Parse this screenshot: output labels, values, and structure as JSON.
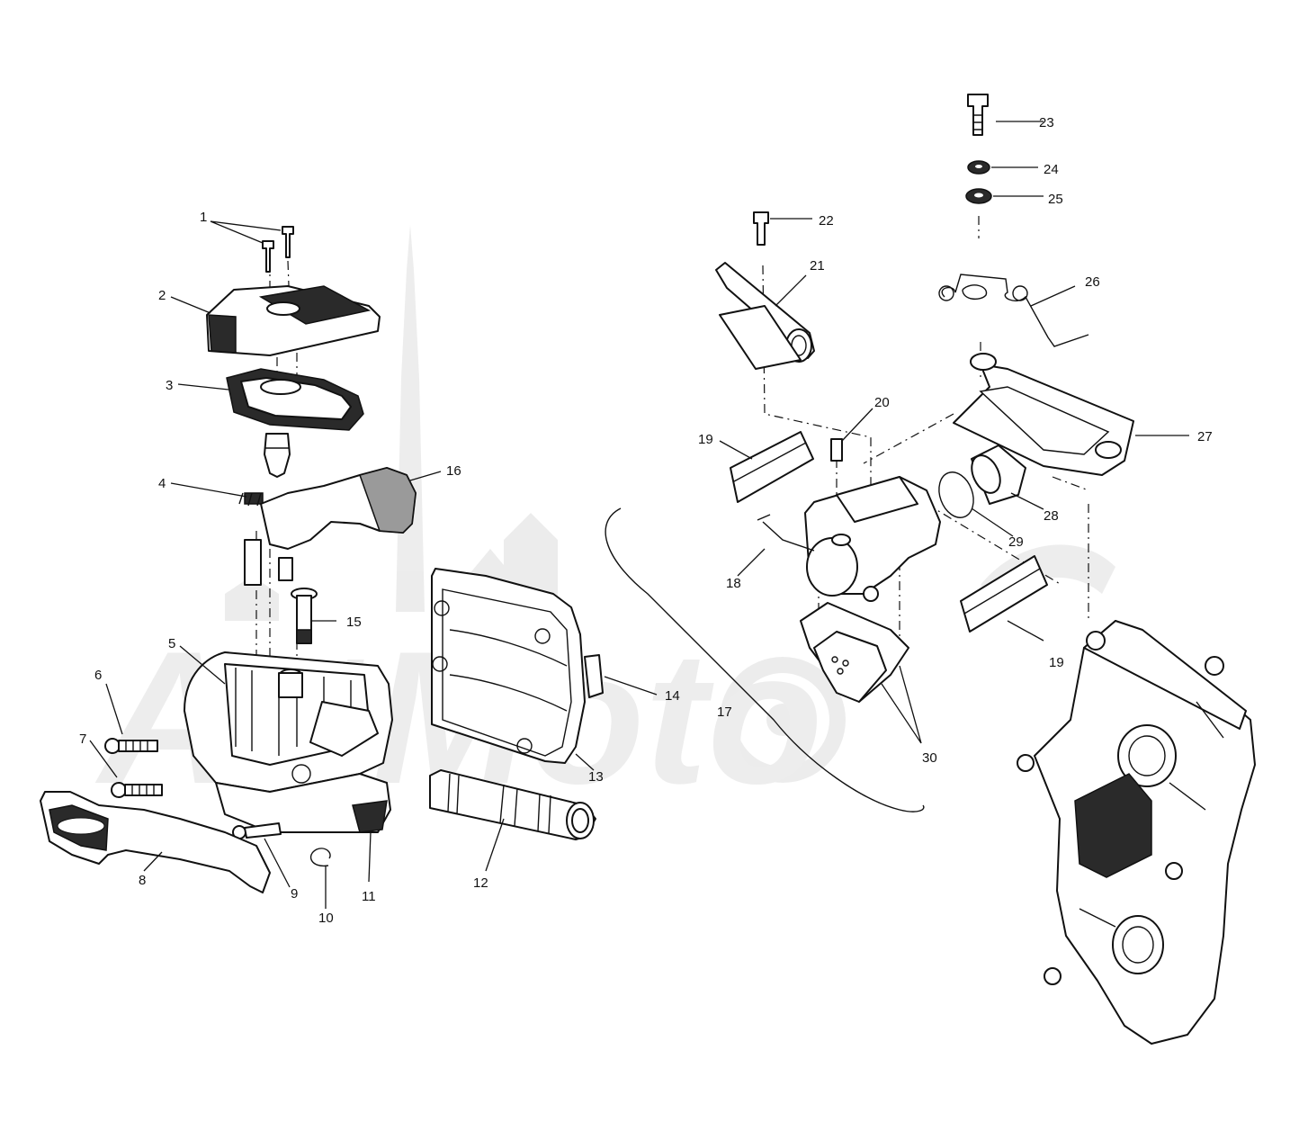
{
  "diagram": {
    "watermark": "ArtMoto",
    "callouts": [
      {
        "id": "1",
        "label": "1"
      },
      {
        "id": "2",
        "label": "2"
      },
      {
        "id": "3",
        "label": "3"
      },
      {
        "id": "4",
        "label": "4"
      },
      {
        "id": "5",
        "label": "5"
      },
      {
        "id": "6",
        "label": "6"
      },
      {
        "id": "7",
        "label": "7"
      },
      {
        "id": "8",
        "label": "8"
      },
      {
        "id": "9",
        "label": "9"
      },
      {
        "id": "10",
        "label": "10"
      },
      {
        "id": "11",
        "label": "11"
      },
      {
        "id": "12",
        "label": "12"
      },
      {
        "id": "13",
        "label": "13"
      },
      {
        "id": "14",
        "label": "14"
      },
      {
        "id": "15",
        "label": "15"
      },
      {
        "id": "16",
        "label": "16"
      },
      {
        "id": "17",
        "label": "17"
      },
      {
        "id": "18",
        "label": "18"
      },
      {
        "id": "19a",
        "label": "19"
      },
      {
        "id": "19b",
        "label": "19"
      },
      {
        "id": "20",
        "label": "20"
      },
      {
        "id": "21",
        "label": "21"
      },
      {
        "id": "22",
        "label": "22"
      },
      {
        "id": "23",
        "label": "23"
      },
      {
        "id": "24",
        "label": "24"
      },
      {
        "id": "25",
        "label": "25"
      },
      {
        "id": "26",
        "label": "26"
      },
      {
        "id": "27",
        "label": "27"
      },
      {
        "id": "28",
        "label": "28"
      },
      {
        "id": "29",
        "label": "29"
      },
      {
        "id": "30",
        "label": "30"
      }
    ]
  }
}
